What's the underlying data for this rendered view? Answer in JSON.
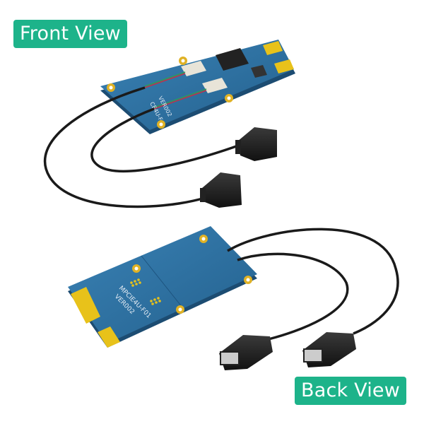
{
  "labels": {
    "front_view": "Front View",
    "back_view": "Back View"
  },
  "front_board": {
    "silkscreen_line1": "CE4U-F",
    "silkscreen_line2": "VER002",
    "cables": 2,
    "usb_connectors": 2
  },
  "back_board": {
    "silkscreen_line1": "MPCIE4U-F01",
    "silkscreen_line2": "VER002",
    "usb_connectors": 2
  },
  "colors": {
    "label_background": "#1db38a",
    "label_text": "#ffffff",
    "pcb_blue": "#2e6f9e",
    "gold_contacts": "#e8c21a",
    "cable_black": "#1a1a1a"
  }
}
